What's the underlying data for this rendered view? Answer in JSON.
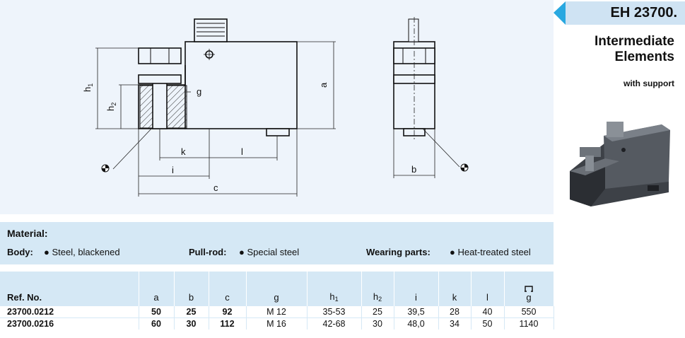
{
  "header": {
    "title": "EH 23700."
  },
  "product": {
    "title_line1": "Intermediate",
    "title_line2": "Elements",
    "subtitle": "with support"
  },
  "drawing": {
    "labels": {
      "h1": "h",
      "h2": "h",
      "sub1": "1",
      "sub2": "2",
      "g": "g",
      "a": "a",
      "k": "k",
      "l": "l",
      "i": "i",
      "c": "c",
      "b": "b"
    }
  },
  "material": {
    "heading": "Material:",
    "body_label": "Body:",
    "body_value": "● Steel, blackened",
    "pullrod_label": "Pull-rod:",
    "pullrod_value": "● Special steel",
    "wear_label": "Wearing parts:",
    "wear_value": "● Heat-treated steel"
  },
  "table": {
    "headers": [
      "Ref. No.",
      "a",
      "b",
      "c",
      "g",
      "h",
      "h",
      "i",
      "k",
      "l",
      "g"
    ],
    "header_subs": {
      "h1": "1",
      "h2": "2"
    },
    "weight_icon": "scale-weight-icon",
    "rows": [
      [
        "23700.0212",
        "50",
        "25",
        "92",
        "M 12",
        "35-53",
        "25",
        "39,5",
        "28",
        "40",
        "550"
      ],
      [
        "23700.0216",
        "60",
        "30",
        "112",
        "M 16",
        "42-68",
        "30",
        "48,0",
        "34",
        "50",
        "1140"
      ]
    ]
  }
}
